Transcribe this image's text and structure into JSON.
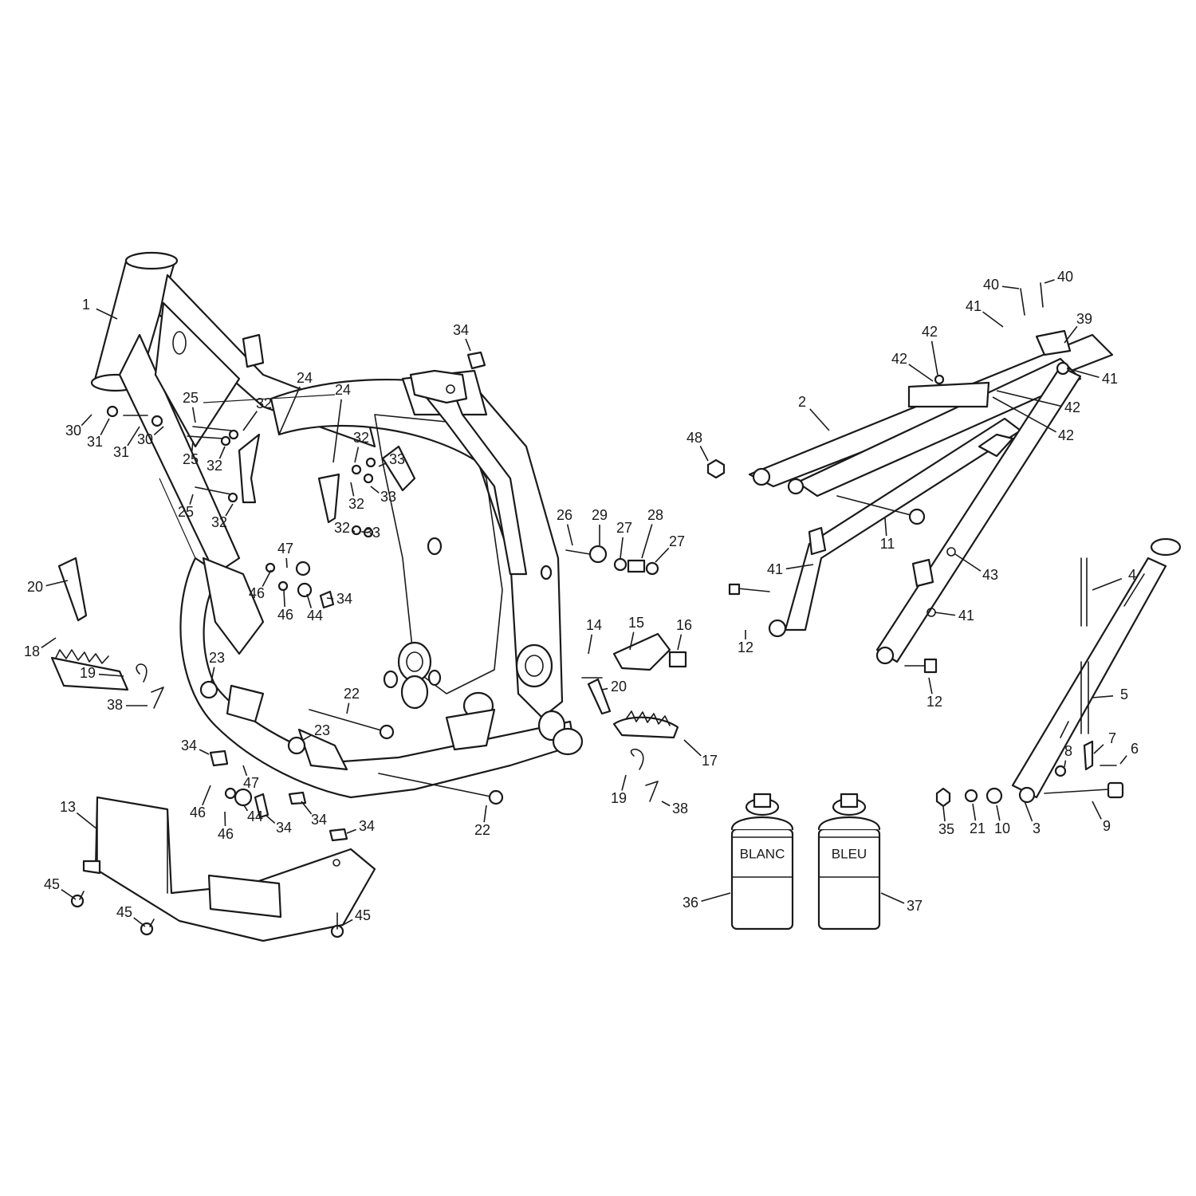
{
  "callouts": [
    {
      "id": "1",
      "text": "1"
    },
    {
      "id": "2",
      "text": "2"
    },
    {
      "id": "3",
      "text": "3"
    },
    {
      "id": "4",
      "text": "4"
    },
    {
      "id": "5",
      "text": "5"
    },
    {
      "id": "6",
      "text": "6"
    },
    {
      "id": "7",
      "text": "7"
    },
    {
      "id": "8",
      "text": "8"
    },
    {
      "id": "9",
      "text": "9"
    },
    {
      "id": "10",
      "text": "10"
    },
    {
      "id": "11",
      "text": "11"
    },
    {
      "id": "12a",
      "text": "12"
    },
    {
      "id": "12b",
      "text": "12"
    },
    {
      "id": "13",
      "text": "13"
    },
    {
      "id": "14",
      "text": "14"
    },
    {
      "id": "15",
      "text": "15"
    },
    {
      "id": "16",
      "text": "16"
    },
    {
      "id": "17",
      "text": "17"
    },
    {
      "id": "18",
      "text": "18"
    },
    {
      "id": "19a",
      "text": "19"
    },
    {
      "id": "19b",
      "text": "19"
    },
    {
      "id": "20a",
      "text": "20"
    },
    {
      "id": "20b",
      "text": "20"
    },
    {
      "id": "21",
      "text": "21"
    },
    {
      "id": "22a",
      "text": "22"
    },
    {
      "id": "22b",
      "text": "22"
    },
    {
      "id": "23a",
      "text": "23"
    },
    {
      "id": "23b",
      "text": "23"
    },
    {
      "id": "24a",
      "text": "24"
    },
    {
      "id": "24b",
      "text": "24"
    },
    {
      "id": "25a",
      "text": "25"
    },
    {
      "id": "25b",
      "text": "25"
    },
    {
      "id": "25c",
      "text": "25"
    },
    {
      "id": "26",
      "text": "26"
    },
    {
      "id": "27a",
      "text": "27"
    },
    {
      "id": "27b",
      "text": "27"
    },
    {
      "id": "28",
      "text": "28"
    },
    {
      "id": "29",
      "text": "29"
    },
    {
      "id": "30a",
      "text": "30"
    },
    {
      "id": "30b",
      "text": "30"
    },
    {
      "id": "31a",
      "text": "31"
    },
    {
      "id": "31b",
      "text": "31"
    },
    {
      "id": "32a",
      "text": "32"
    },
    {
      "id": "32b",
      "text": "32"
    },
    {
      "id": "32c",
      "text": "32"
    },
    {
      "id": "32d",
      "text": "32"
    },
    {
      "id": "32e",
      "text": "32"
    },
    {
      "id": "32f",
      "text": "32"
    },
    {
      "id": "33a",
      "text": "33"
    },
    {
      "id": "33b",
      "text": "33"
    },
    {
      "id": "33c",
      "text": "33"
    },
    {
      "id": "34a",
      "text": "34"
    },
    {
      "id": "34b",
      "text": "34"
    },
    {
      "id": "34c",
      "text": "34"
    },
    {
      "id": "34d",
      "text": "34"
    },
    {
      "id": "34e",
      "text": "34"
    },
    {
      "id": "34f",
      "text": "34"
    },
    {
      "id": "35",
      "text": "35"
    },
    {
      "id": "36",
      "text": "36"
    },
    {
      "id": "37",
      "text": "37"
    },
    {
      "id": "38a",
      "text": "38"
    },
    {
      "id": "38b",
      "text": "38"
    },
    {
      "id": "39",
      "text": "39"
    },
    {
      "id": "40a",
      "text": "40"
    },
    {
      "id": "40b",
      "text": "40"
    },
    {
      "id": "41a",
      "text": "41"
    },
    {
      "id": "41b",
      "text": "41"
    },
    {
      "id": "41c",
      "text": "41"
    },
    {
      "id": "41d",
      "text": "41"
    },
    {
      "id": "42a",
      "text": "42"
    },
    {
      "id": "42b",
      "text": "42"
    },
    {
      "id": "42c",
      "text": "42"
    },
    {
      "id": "42d",
      "text": "42"
    },
    {
      "id": "43",
      "text": "43"
    },
    {
      "id": "44a",
      "text": "44"
    },
    {
      "id": "44b",
      "text": "44"
    },
    {
      "id": "45a",
      "text": "45"
    },
    {
      "id": "45b",
      "text": "45"
    },
    {
      "id": "45c",
      "text": "45"
    },
    {
      "id": "46a",
      "text": "46"
    },
    {
      "id": "46b",
      "text": "46"
    },
    {
      "id": "46c",
      "text": "46"
    },
    {
      "id": "46d",
      "text": "46"
    },
    {
      "id": "47a",
      "text": "47"
    },
    {
      "id": "47b",
      "text": "47"
    },
    {
      "id": "48",
      "text": "48"
    }
  ],
  "cans": {
    "white": "BLANC",
    "blue": "BLEU"
  }
}
